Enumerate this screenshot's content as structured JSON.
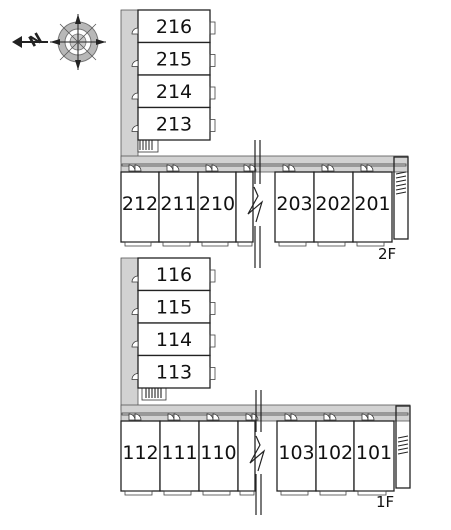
{
  "compass": {
    "north_label": "N",
    "icon": "compass-rose-icon"
  },
  "floors": [
    {
      "key": "f2",
      "label": "2F",
      "north_rooms": [
        "216",
        "215",
        "214",
        "213"
      ],
      "south_rooms": [
        "212",
        "211",
        "210",
        "",
        "203",
        "202",
        "201"
      ]
    },
    {
      "key": "f1",
      "label": "1F",
      "north_rooms": [
        "116",
        "115",
        "114",
        "113"
      ],
      "south_rooms": [
        "112",
        "111",
        "110",
        "",
        "103",
        "102",
        "101"
      ]
    }
  ]
}
